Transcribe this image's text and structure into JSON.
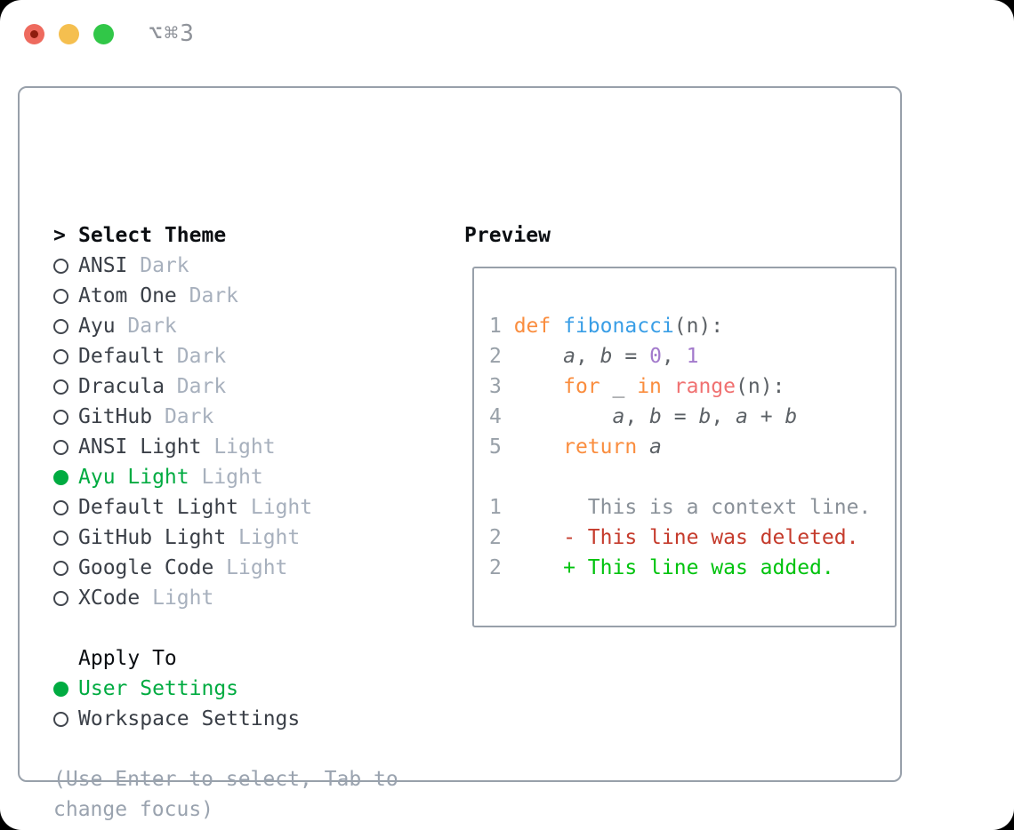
{
  "window": {
    "title": "⌥⌘3",
    "traffic_lights": [
      "close",
      "minimize",
      "zoom"
    ]
  },
  "theme_list": {
    "header": "Select Theme",
    "items": [
      {
        "name": "ANSI",
        "variant": "Dark",
        "selected": false
      },
      {
        "name": "Atom One",
        "variant": "Dark",
        "selected": false
      },
      {
        "name": "Ayu",
        "variant": "Dark",
        "selected": false
      },
      {
        "name": "Default",
        "variant": "Dark",
        "selected": false
      },
      {
        "name": "Dracula",
        "variant": "Dark",
        "selected": false
      },
      {
        "name": "GitHub",
        "variant": "Dark",
        "selected": false
      },
      {
        "name": "ANSI Light",
        "variant": "Light",
        "selected": false
      },
      {
        "name": "Ayu Light",
        "variant": "Light",
        "selected": true
      },
      {
        "name": "Default Light",
        "variant": "Light",
        "selected": false
      },
      {
        "name": "GitHub Light",
        "variant": "Light",
        "selected": false
      },
      {
        "name": "Google Code",
        "variant": "Light",
        "selected": false
      },
      {
        "name": "XCode",
        "variant": "Light",
        "selected": false
      }
    ]
  },
  "apply_to": {
    "header": "Apply To",
    "items": [
      {
        "label": "User Settings",
        "selected": true
      },
      {
        "label": "Workspace Settings",
        "selected": false
      }
    ]
  },
  "hint_lines": [
    "(Use Enter to select, Tab to",
    "change focus)"
  ],
  "preview": {
    "header": "Preview",
    "code_lines": [
      [
        {
          "c": "ln",
          "t": "1 "
        },
        {
          "c": "kw",
          "t": "def"
        },
        {
          "c": "plain",
          "t": " "
        },
        {
          "c": "fn",
          "t": "fibonacci"
        },
        {
          "c": "plain",
          "t": "(n):"
        }
      ],
      [
        {
          "c": "ln",
          "t": "2 "
        },
        {
          "c": "plain",
          "t": "    "
        },
        {
          "c": "var",
          "t": "a"
        },
        {
          "c": "plain",
          "t": ", "
        },
        {
          "c": "var",
          "t": "b"
        },
        {
          "c": "plain",
          "t": " = "
        },
        {
          "c": "num",
          "t": "0"
        },
        {
          "c": "plain",
          "t": ", "
        },
        {
          "c": "num",
          "t": "1"
        }
      ],
      [
        {
          "c": "ln",
          "t": "3 "
        },
        {
          "c": "plain",
          "t": "    "
        },
        {
          "c": "kw",
          "t": "for"
        },
        {
          "c": "plain",
          "t": " _ "
        },
        {
          "c": "kw",
          "t": "in"
        },
        {
          "c": "plain",
          "t": " "
        },
        {
          "c": "rng",
          "t": "range"
        },
        {
          "c": "plain",
          "t": "(n):"
        }
      ],
      [
        {
          "c": "ln",
          "t": "4 "
        },
        {
          "c": "plain",
          "t": "        "
        },
        {
          "c": "var",
          "t": "a"
        },
        {
          "c": "plain",
          "t": ", "
        },
        {
          "c": "var",
          "t": "b"
        },
        {
          "c": "plain",
          "t": " = "
        },
        {
          "c": "var",
          "t": "b"
        },
        {
          "c": "plain",
          "t": ", "
        },
        {
          "c": "var",
          "t": "a"
        },
        {
          "c": "plain",
          "t": " + "
        },
        {
          "c": "var",
          "t": "b"
        }
      ],
      [
        {
          "c": "ln",
          "t": "5 "
        },
        {
          "c": "plain",
          "t": "    "
        },
        {
          "c": "kw",
          "t": "return"
        },
        {
          "c": "plain",
          "t": " "
        },
        {
          "c": "var",
          "t": "a"
        }
      ],
      [],
      [
        {
          "c": "ln",
          "t": "1"
        },
        {
          "c": "ctx",
          "t": "       This is a context line."
        }
      ],
      [
        {
          "c": "ln",
          "t": "2"
        },
        {
          "c": "del",
          "t": "     - This line was deleted."
        }
      ],
      [
        {
          "c": "ln",
          "t": "2"
        },
        {
          "c": "add",
          "t": "     + This line was added."
        }
      ]
    ]
  },
  "colors": {
    "selection_green": "#00ab41",
    "diff_added_green": "#00c30e",
    "diff_deleted_red": "#c53b2c",
    "syntax_keyword_orange": "#fa8d3e",
    "syntax_function_blue": "#399ee6",
    "syntax_builtin_coral": "#f07171",
    "syntax_number_purple": "#a37acc",
    "panel_border_gray": "#98a0aa",
    "muted_text_gray": "#a7b0bd"
  }
}
